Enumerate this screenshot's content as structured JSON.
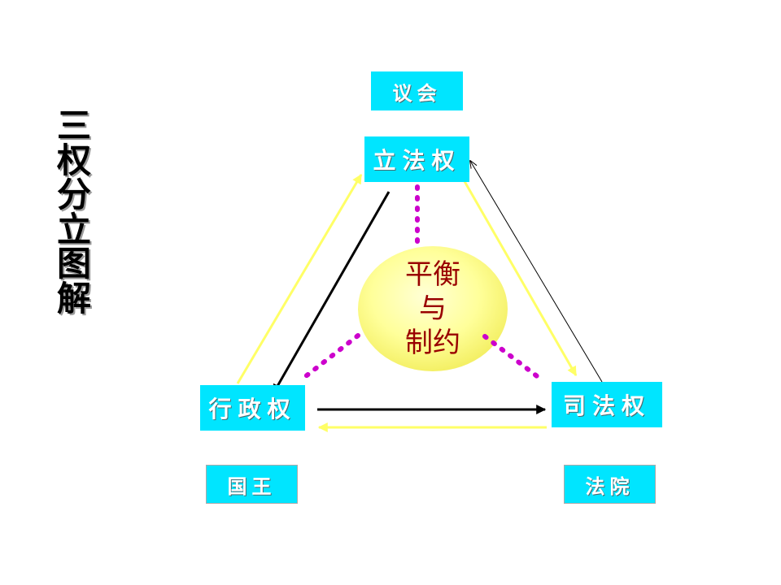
{
  "title_chars": [
    "三",
    "权",
    "分",
    "立",
    "图",
    "解"
  ],
  "nodes": {
    "legislative": "立法权",
    "executive": "行政权",
    "judicial": "司法权"
  },
  "institutions": {
    "parliament": "议会",
    "king": "国王",
    "court": "法院"
  },
  "center": {
    "line1": "平衡",
    "line2": "与",
    "line3": "制约"
  },
  "colors": {
    "box_fill": "#00e5ff",
    "box_text": "#ffffff",
    "center_text": "#990000",
    "yellow_arrow": "#ffff66",
    "black_arrow": "#000000",
    "dotted_link": "#cc00cc"
  }
}
